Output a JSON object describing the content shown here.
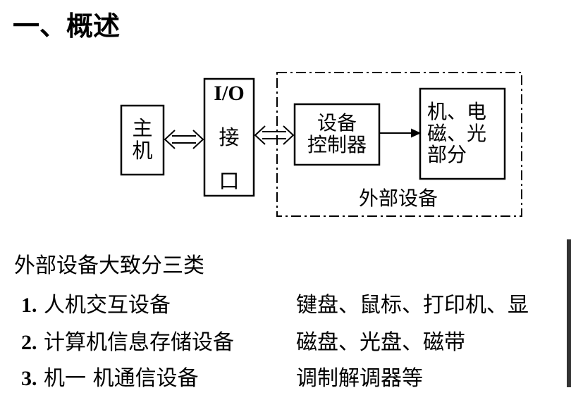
{
  "title": "一、概述",
  "diagram": {
    "host_label": [
      "主",
      "机"
    ],
    "io_label": "I/O",
    "interface_label": [
      "接",
      "口"
    ],
    "controller_label": [
      "设备",
      "控制器"
    ],
    "device_label": [
      "机、电",
      "磁、光",
      "部分"
    ],
    "external_label": "外部设备"
  },
  "summary": "外部设备大致分三类",
  "categories": [
    {
      "num": "1.",
      "name": "人机交互设备",
      "examples": "键盘、鼠标、打印机、显"
    },
    {
      "num": "2.",
      "name": "计算机信息存储设备",
      "examples": "磁盘、光盘、磁带"
    },
    {
      "num": "3.",
      "name": "机一 机通信设备",
      "examples": "调制解调器等"
    }
  ]
}
